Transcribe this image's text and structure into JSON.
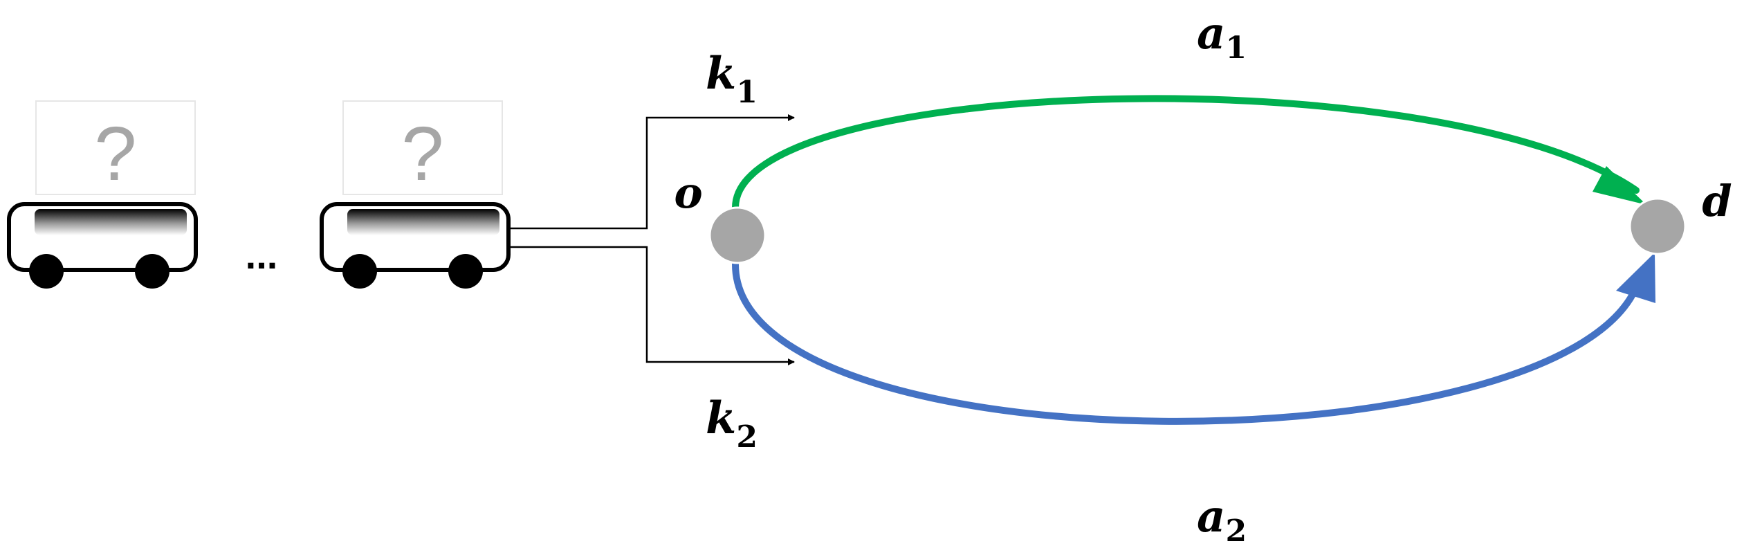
{
  "diagram": {
    "vehicles": [
      {
        "unknown_mark": "?"
      },
      {
        "unknown_mark": "?"
      }
    ],
    "ellipsis": "...",
    "nodes": {
      "origin": {
        "label": "o"
      },
      "destination": {
        "label": "d"
      }
    },
    "decisions": [
      {
        "symbol": "k",
        "subscript": "1"
      },
      {
        "symbol": "k",
        "subscript": "2"
      }
    ],
    "routes": [
      {
        "symbol": "a",
        "subscript": "1",
        "color": "#00b050"
      },
      {
        "symbol": "a",
        "subscript": "2",
        "color": "#4472c4"
      }
    ],
    "node_color": "#a6a6a6"
  }
}
